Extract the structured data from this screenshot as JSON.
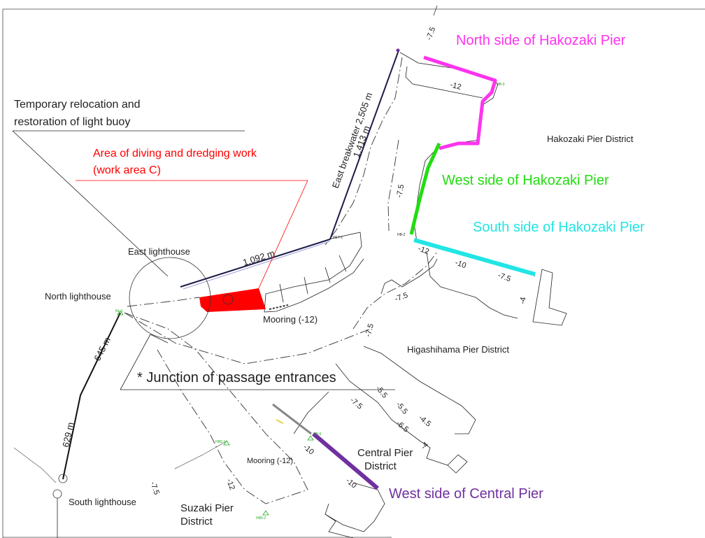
{
  "labels": {
    "north_side_hakozaki": "North side of Hakozaki Pier",
    "west_side_hakozaki": "West side of Hakozaki Pier",
    "south_side_hakozaki": "South side of Hakozaki Pier",
    "west_side_central": "West side of Central Pier",
    "hakozaki_district": "Hakozaki Pier District",
    "higashihama_district": "Higashihama Pier District",
    "central_district_line1": "Central Pier",
    "central_district_line2": "District",
    "suzaki_district_line1": "Suzaki Pier",
    "suzaki_district_line2": "District",
    "temp_relocation_line1": "Temporary relocation and",
    "temp_relocation_line2": "restoration of light buoy",
    "diving_area_line1": "Area of diving and dredging work",
    "diving_area_line2": "(work area C)",
    "junction": "* Junction of passage entrances",
    "east_lighthouse": "East lighthouse",
    "north_lighthouse": "North lighthouse",
    "south_lighthouse": "South lighthouse",
    "mooring_east": "Mooring (-12)",
    "mooring_south": "Mooring (-12)",
    "east_breakwater": "East breakwater 2,505 m",
    "dim_1413": "1,413 m",
    "dim_1092": "1,092 m",
    "dim_645": "645 m",
    "dim_629": "629 m"
  },
  "depths": {
    "d_top": "-7.5",
    "d_hak_12": "-12",
    "d_hak_75": "-7.5",
    "d_south_12": "-12",
    "d_south_10": "-10",
    "d_south_75": "-7.5",
    "d_4": "-4",
    "d_higa_75a": "-7.5",
    "d_higa_75b": "-7.5",
    "d_c55a": "-5.5",
    "d_c55b": "-5.5",
    "d_c75": "-7.5",
    "d_c45": "-4.5",
    "d_c65": "-6.5",
    "d_c4": "-4",
    "d_c10a": "-10",
    "d_c10b": "-10",
    "d_s12": "-12",
    "d_s75": "-7.5"
  },
  "colors": {
    "north_side": "#ff33ee",
    "west_side": "#22dd11",
    "south_side": "#22e5e5",
    "central_west": "#7030a0",
    "work_area": "#ff0000",
    "breakwater_east": "#1c1c4c"
  }
}
